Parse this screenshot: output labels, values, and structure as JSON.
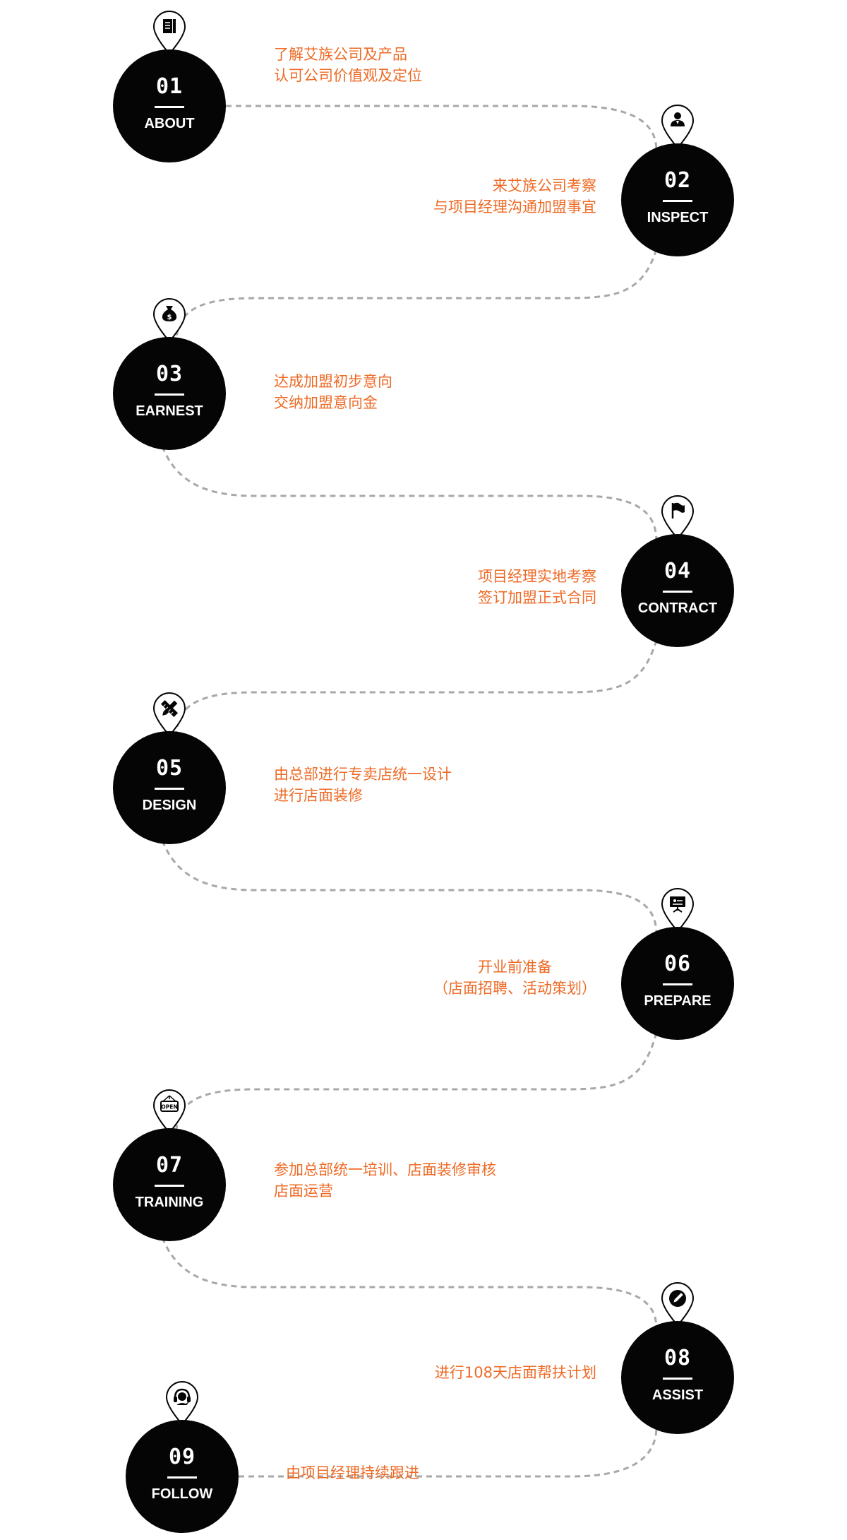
{
  "colors": {
    "circle": "#050505",
    "accent": "#ee6a25",
    "connector": "#a8a8a8"
  },
  "steps": [
    {
      "number": "01",
      "label": "ABOUT",
      "icon": "book-icon",
      "lines": [
        "了解艾族公司及产品",
        "认可公司价值观及定位"
      ]
    },
    {
      "number": "02",
      "label": "INSPECT",
      "icon": "person-icon",
      "lines": [
        "来艾族公司考察",
        "与项目经理沟通加盟事宜"
      ]
    },
    {
      "number": "03",
      "label": "EARNEST",
      "icon": "money-bag-icon",
      "lines": [
        "达成加盟初步意向",
        "交纳加盟意向金"
      ]
    },
    {
      "number": "04",
      "label": "CONTRACT",
      "icon": "flag-icon",
      "lines": [
        "项目经理实地考察",
        "签订加盟正式合同"
      ]
    },
    {
      "number": "05",
      "label": "DESIGN",
      "icon": "pencil-ruler-icon",
      "lines": [
        "由总部进行专卖店统一设计",
        "进行店面装修"
      ]
    },
    {
      "number": "06",
      "label": "PREPARE",
      "icon": "presentation-board-icon",
      "lines": [
        "开业前准备",
        "（店面招聘、活动策划）"
      ]
    },
    {
      "number": "07",
      "label": "TRAINING",
      "icon": "open-sign-icon",
      "lines": [
        "参加总部统一培训、店面装修审核",
        "店面运营"
      ]
    },
    {
      "number": "08",
      "label": "ASSIST",
      "icon": "pencil-icon",
      "lines": [
        "进行108天店面帮扶计划"
      ]
    },
    {
      "number": "09",
      "label": "FOLLOW",
      "icon": "headset-icon",
      "lines": [
        "由项目经理持续跟进"
      ]
    }
  ],
  "open_sign_text": "OPEN"
}
